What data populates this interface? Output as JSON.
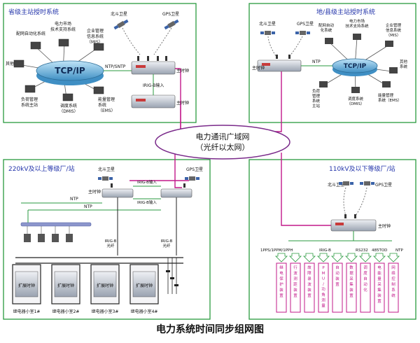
{
  "caption": "电力系统时间同步组网图",
  "wan": {
    "line1": "电力通讯广域网",
    "line2": "（光纤以太网）"
  },
  "province": {
    "title": "省级主站授时系统",
    "tcpip": "TCP/IP",
    "ntp_label": "NTP/SNTP",
    "irigb_label": "IRIG-B输入",
    "master_label": "主时钟",
    "satellites": [
      "北斗卫星",
      "GPS卫星"
    ],
    "nodes": [
      {
        "lines": [
          "电力市场",
          "技术支持系统"
        ]
      },
      {
        "lines": [
          "配网自动化系统"
        ]
      },
      {
        "lines": [
          "企业管理",
          "信息系统",
          "（MIS）"
        ]
      },
      {
        "lines": [
          "其他"
        ]
      },
      {
        "lines": [
          "负荷管理",
          "系统主站"
        ]
      },
      {
        "lines": [
          "调度系统",
          "（DMIS）"
        ]
      },
      {
        "lines": [
          "能量管理",
          "系统",
          "（EMS）"
        ]
      }
    ]
  },
  "county": {
    "title": "地/县级主站授时系统",
    "tcpip": "TCP/IP",
    "ntp_label": "NTP",
    "master_label": "主时钟",
    "satellites": [
      "北斗卫星",
      "GPS卫星"
    ],
    "nodes": [
      {
        "lines": [
          "配网自动",
          "化系统"
        ]
      },
      {
        "lines": [
          "电力市场",
          "技术支持系统"
        ]
      },
      {
        "lines": [
          "企业管理",
          "信息系统",
          "（MIS）"
        ]
      },
      {
        "lines": [
          "其他",
          "系统"
        ]
      },
      {
        "lines": [
          "负荷",
          "管理",
          "系统",
          "主站"
        ]
      },
      {
        "lines": [
          "调度系统",
          "（DMIS）"
        ]
      },
      {
        "lines": [
          "能量管理",
          "系统（EMS）"
        ]
      }
    ]
  },
  "station220": {
    "title": "220kV及以上等级厂/站",
    "satellites": [
      "北斗卫星",
      "GPS卫星"
    ],
    "master_label": "主时钟",
    "irigb_in_1": "IRIG-B输入",
    "irigb_in_2": "IRIG-B输入",
    "ntp_labels": [
      "NTP",
      "NTP"
    ],
    "fiber_labels": [
      [
        "IRIG-B",
        "光纤"
      ],
      [
        "IRIG-B",
        "光纤"
      ]
    ],
    "ext_label": "扩展时钟",
    "rooms": [
      "继电器小室1#",
      "继电器小室2#",
      "继电器小室3#",
      "继电器小室4#"
    ]
  },
  "station110": {
    "title": "110kV及以下等级厂/站",
    "satellites": [
      "北斗卫星",
      "GPS卫星"
    ],
    "master_label": "主时钟",
    "interfaces": [
      "1PPS/1PPM/1PPH",
      "IRIG-B",
      "RS232",
      "485TOD",
      "NTP"
    ],
    "devices": [
      "继电保护装置",
      "行波测距装置",
      "故障录波装置",
      "PMU/功角测量",
      "自动装置",
      "数据采集装置",
      "调度自动化",
      "电能量采集装置",
      "网络控制系统"
    ]
  },
  "colors": {
    "frame": "#2a9a3f",
    "accent": "#c2188a",
    "title": "#2233aa",
    "signal": "#2a9a3f",
    "ellipse": "#7a2a8a"
  }
}
